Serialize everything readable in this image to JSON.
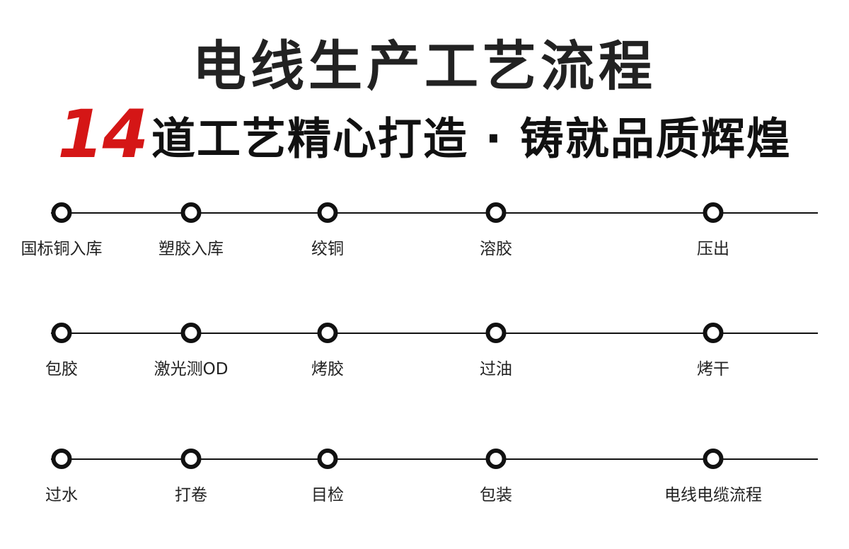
{
  "title": "电线生产工艺流程",
  "subtitle": {
    "number": "14",
    "text": "道工艺精心打造 · 铸就品质辉煌"
  },
  "colors": {
    "accent": "#d51616",
    "text": "#111111"
  },
  "rows": [
    {
      "steps": [
        "国标铜入库",
        "塑胶入库",
        "绞铜",
        "溶胶",
        "压出"
      ]
    },
    {
      "steps": [
        "包胶",
        "激光测OD",
        "烤胶",
        "过油",
        "烤干"
      ]
    },
    {
      "steps": [
        "过水",
        "打卷",
        "目检",
        "包装",
        "电线电缆流程"
      ]
    }
  ]
}
